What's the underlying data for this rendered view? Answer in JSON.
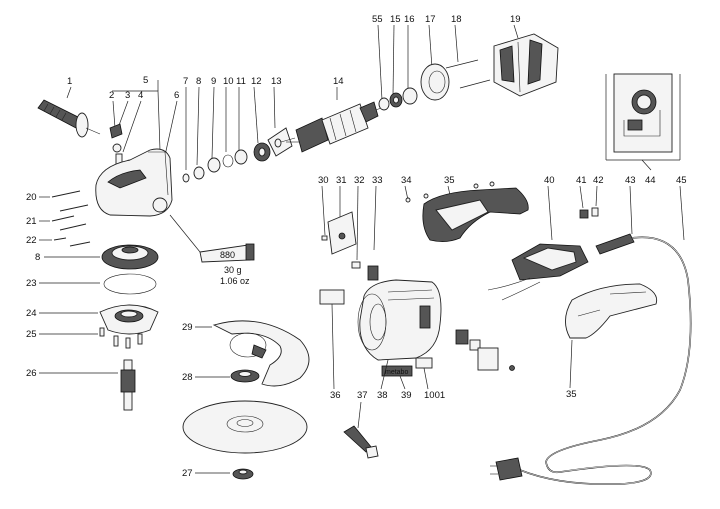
{
  "part_labels": [
    "1",
    "2",
    "3",
    "4",
    "5",
    "6",
    "7",
    "8",
    "9",
    "10",
    "11",
    "12",
    "13",
    "14",
    "55",
    "15",
    "16",
    "17",
    "18",
    "19",
    "20",
    "21",
    "22",
    "8",
    "23",
    "24",
    "25",
    "26",
    "27",
    "28",
    "29",
    "30",
    "31",
    "32",
    "33",
    "34",
    "35",
    "36",
    "37",
    "38",
    "39",
    "1001",
    "40",
    "41",
    "42",
    "43",
    "44",
    "45",
    "35"
  ],
  "grease_tube": {
    "code": "880",
    "weight_g": "30 g",
    "weight_oz": "1.06 oz"
  },
  "brand_sticker": "metabo"
}
